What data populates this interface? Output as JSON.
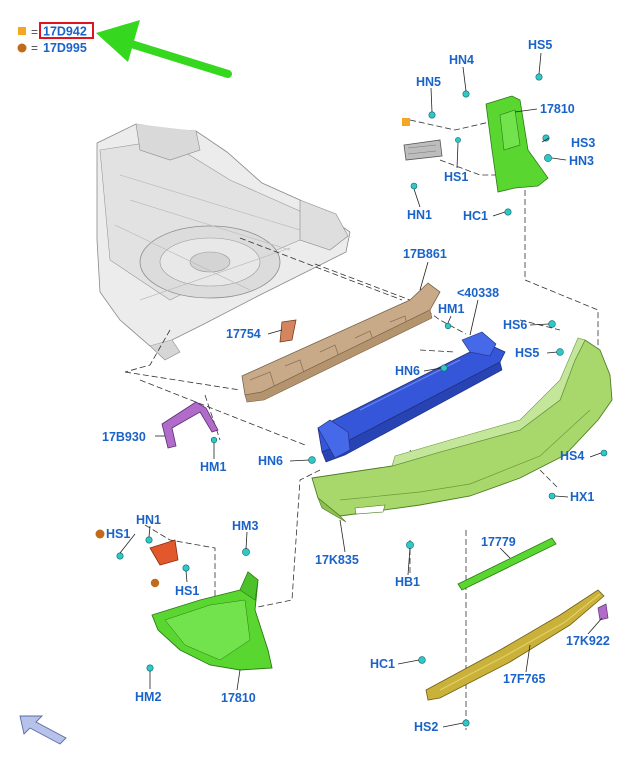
{
  "legend": {
    "items": [
      {
        "symbol": "square",
        "color": "#f5a623",
        "equals": "=",
        "label": "17D942"
      },
      {
        "symbol": "circle",
        "color": "#c26a1c",
        "equals": "=",
        "label": "17D995"
      }
    ]
  },
  "colors": {
    "label_blue": "#1a63c9",
    "legend_box": "#e0141e",
    "arrow_green": "#35d81e",
    "cover_green": "#9fd060",
    "bracket_green": "#59d630",
    "beam_blue": "#3556d8",
    "absorber_tan": "#c8aa88",
    "rail_yellow": "#c9b13a",
    "clip_cyan": "#2fc8c8",
    "purple_bracket": "#b06cc8",
    "orange_bracket": "#e2572b"
  },
  "callouts": {
    "hs5_top": "HS5",
    "hn4": "HN4",
    "hn5_top": "HN5",
    "p17810_top": "17810",
    "hs3": "HS3",
    "hn3": "HN3",
    "hs1_top": "HS1",
    "hn1_top": "HN1",
    "hc1_top": "HC1",
    "p17b861": "17B861",
    "p40338": "<40338",
    "hm1_top": "HM1",
    "p17754": "17754",
    "hs6": "HS6",
    "hs5_mid": "HS5",
    "hn6_top": "HN6",
    "p17b930": "17B930",
    "hm1_left": "HM1",
    "hn6_left": "HN6",
    "hs4": "HS4",
    "hx1": "HX1",
    "hs1_left": "HS1",
    "hn1_left": "HN1",
    "hm3": "HM3",
    "p17k835": "17K835",
    "p17779": "17779",
    "hs1_bottom": "HS1",
    "hb1": "HB1",
    "p17k922": "17K922",
    "hc1_bottom": "HC1",
    "hm2": "HM2",
    "p17810_bottom": "17810",
    "p17f765": "17F765",
    "hs2": "HS2"
  }
}
